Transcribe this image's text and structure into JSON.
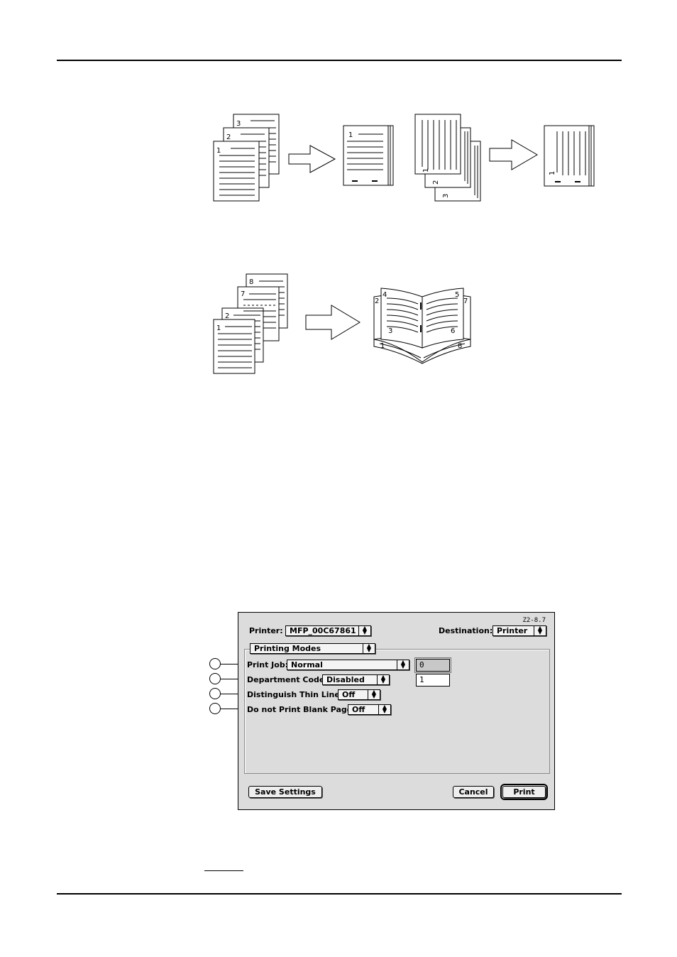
{
  "figure_top": {
    "stack_a_numbers": [
      "1",
      "2",
      "3"
    ],
    "result_a_number": "1",
    "stack_b_numbers": [
      "1",
      "2",
      "3"
    ],
    "result_b_number": "1"
  },
  "figure_booklet": {
    "stack_numbers": [
      "1",
      "2",
      "7",
      "8"
    ],
    "booklet_numbers": [
      "1",
      "2",
      "3",
      "4",
      "5",
      "6",
      "7",
      "8"
    ]
  },
  "dialog": {
    "version": "Z2-8.7",
    "printer_label": "Printer:",
    "printer_value": "MFP_00C67861",
    "destination_label": "Destination:",
    "destination_value": "Printer",
    "panel_value": "Printing Modes",
    "rows": [
      {
        "label": "Print Job:",
        "value": "Normal"
      },
      {
        "label": "Department Code:",
        "value": "Disabled"
      },
      {
        "label": "Distinguish Thin Lines:",
        "value": "Off"
      },
      {
        "label": "Do not Print Blank Pages:",
        "value": "Off"
      }
    ],
    "field_top": "0",
    "field_bottom": "1",
    "save_button": "Save Settings",
    "cancel_button": "Cancel",
    "print_button": "Print"
  }
}
